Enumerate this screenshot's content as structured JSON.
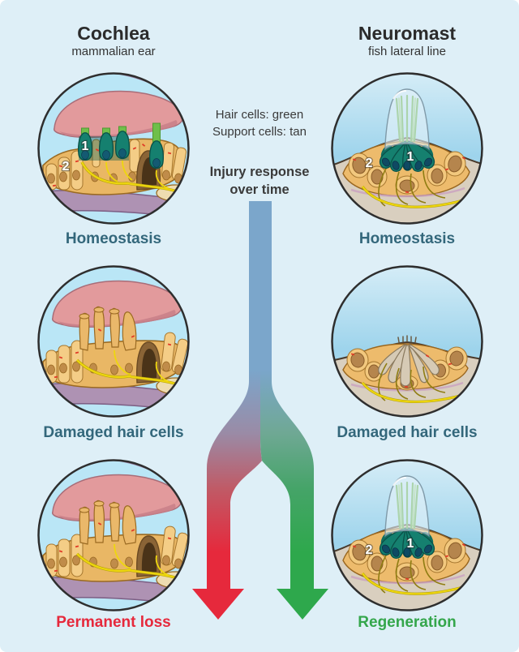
{
  "header": {
    "left": {
      "title": "Cochlea",
      "subtitle": "mammalian ear"
    },
    "right": {
      "title": "Neuromast",
      "subtitle": "fish lateral line"
    }
  },
  "legend": {
    "line1": "Hair cells: green",
    "line2": "Support cells: tan"
  },
  "flow": {
    "title_line1": "Injury response",
    "title_line2": "over time"
  },
  "stages": {
    "left": [
      {
        "label": "Homeostasis"
      },
      {
        "label": "Damaged hair cells"
      },
      {
        "label": "Permanent loss"
      }
    ],
    "right": [
      {
        "label": "Homeostasis"
      },
      {
        "label": "Damaged hair cells"
      },
      {
        "label": "Regeneration"
      }
    ]
  },
  "cell_numbers": {
    "hair_cell": "1",
    "support_cell": "2"
  },
  "colors": {
    "background": "#deeff7",
    "arrow_blue": "#7ba6cb",
    "loss_red": "#e6293c",
    "regen_green": "#2ea84c",
    "stage_label_teal": "#33677b",
    "hair_cell_green_fill": "#15806f",
    "stereocilia_green": "#6fbf4a",
    "support_cell_tan": "#ecb968",
    "nerve_yellow": "#eed60e",
    "membrane_pink": "#e29a9c",
    "membrane_purple": "#ae92b3"
  }
}
